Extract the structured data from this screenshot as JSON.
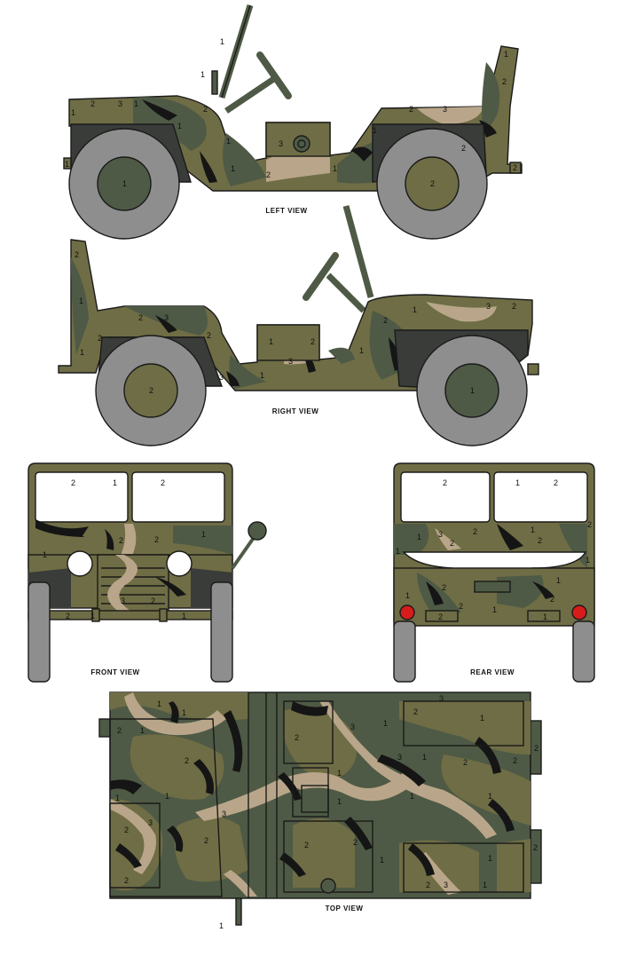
{
  "colors": {
    "color_1": "#4e5a45",
    "color_2": "#6f6d45",
    "color_3": "#b9a68a",
    "color_4": "#151515",
    "tire": "#8e8e8e",
    "body_dark": "#3a3c3a",
    "glass": "#ffffff",
    "tail_light": "#d81b1b"
  },
  "views": {
    "left": {
      "caption": "LEFT VIEW",
      "labels": [
        "1",
        "1",
        "2",
        "3",
        "1",
        "2",
        "1",
        "1",
        "3",
        "1",
        "2",
        "1",
        "2",
        "2",
        "3",
        "1",
        "1",
        "2",
        "1",
        "1",
        "2",
        "1",
        "2"
      ]
    },
    "right": {
      "caption": "RIGHT VIEW",
      "labels": [
        "2",
        "1",
        "2",
        "2",
        "3",
        "2",
        "1",
        "3",
        "3",
        "1",
        "2",
        "1",
        "1",
        "3",
        "2",
        "2",
        "1",
        "2",
        "1"
      ]
    },
    "front": {
      "caption": "FRONT VIEW",
      "labels": [
        "2",
        "1",
        "2",
        "1",
        "2",
        "2",
        "1",
        "2",
        "3",
        "2",
        "1",
        "2",
        "1"
      ]
    },
    "rear": {
      "caption": "REAR VIEW",
      "labels": [
        "2",
        "1",
        "2",
        "1",
        "3",
        "2",
        "2",
        "1",
        "2",
        "1",
        "2",
        "1",
        "2",
        "1",
        "2",
        "2",
        "1",
        "1",
        "2",
        "1"
      ]
    },
    "top": {
      "caption": "TOP VIEW",
      "labels": [
        "1",
        "1",
        "2",
        "1",
        "2",
        "1",
        "3",
        "2",
        "3",
        "1",
        "2",
        "2",
        "2",
        "2",
        "3",
        "1",
        "2",
        "1",
        "1",
        "2",
        "1",
        "2",
        "3",
        "1",
        "1",
        "1",
        "3",
        "2",
        "1",
        "2",
        "2",
        "2",
        "1",
        "3",
        "1",
        "2",
        "1"
      ]
    }
  }
}
